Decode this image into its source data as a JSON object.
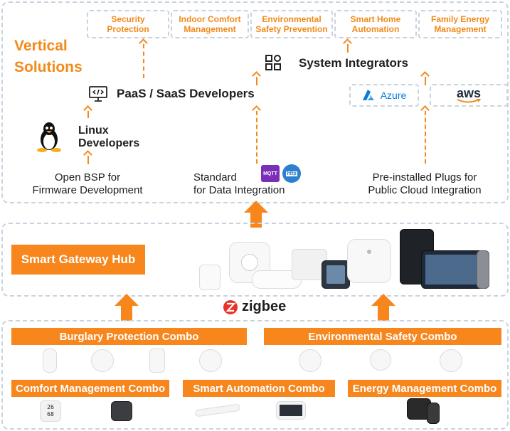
{
  "vertical_solutions": {
    "title": [
      "Vertical",
      "Solutions"
    ],
    "items": [
      "Security Protection",
      "Indoor Comfort Management",
      "Environmental Safety Prevention",
      "Smart Home Automation",
      "Family Energy Management"
    ]
  },
  "developers": {
    "paas": "PaaS / SaaS Developers",
    "linux": [
      "Linux",
      "Developers"
    ],
    "integrators": "System Integrators"
  },
  "clouds": {
    "azure": "Azure",
    "aws": "aws"
  },
  "protocol_badges": {
    "mqtt": "MQTT",
    "http": "http"
  },
  "captions": {
    "bsp": [
      "Open BSP for",
      "Firmware Development"
    ],
    "standard": [
      "Standard",
      "for Data Integration"
    ],
    "plugs": [
      "Pre-installed Plugs for",
      "Public Cloud Integration"
    ]
  },
  "gateway": {
    "label": "Smart Gateway Hub"
  },
  "protocol": {
    "name": "zigbee"
  },
  "combos": {
    "burglary": "Burglary Protection Combo",
    "environmental": "Environmental Safety Combo",
    "comfort": "Comfort Management Combo",
    "automation": "Smart Automation Combo",
    "energy": "Energy Management Combo"
  },
  "device_readouts": {
    "thermo_temp": "26",
    "thermo_hum": "68"
  },
  "colors": {
    "accent": "#f7861d",
    "dashed_border": "#c9d3de",
    "zigbee_red": "#e8332a",
    "azure_blue": "#0a7bd8"
  },
  "icons": [
    "linux-tux-icon",
    "code-monitor-icon",
    "integrator-grid-icon",
    "azure-logo-icon",
    "aws-logo-icon",
    "zigbee-logo-icon"
  ]
}
